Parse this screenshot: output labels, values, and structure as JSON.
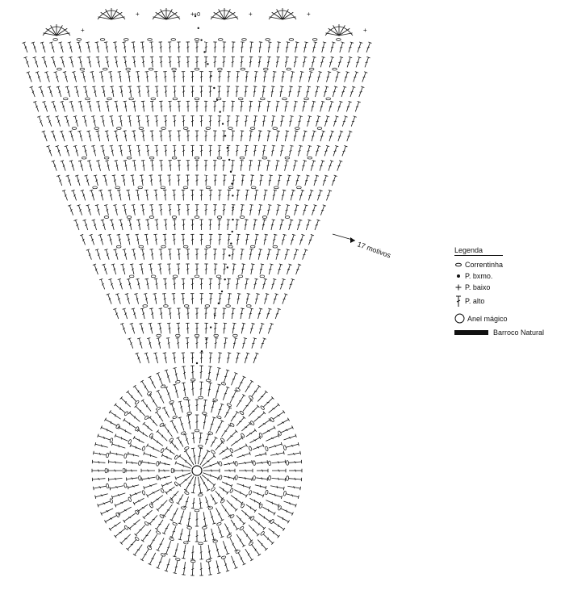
{
  "diagram": {
    "annotation_motifs": "17 motivos",
    "start_marker": "+0"
  },
  "legend": {
    "title": "Legenda",
    "items": [
      {
        "symbol": "chain-stitch-icon",
        "label": "Correntinha"
      },
      {
        "symbol": "slip-stitch-icon",
        "label": "P. bxmo."
      },
      {
        "symbol": "single-crochet-icon",
        "label": "P. baixo"
      },
      {
        "symbol": "double-crochet-icon",
        "label": "P. alto"
      },
      {
        "symbol": "magic-ring-icon",
        "label": "Anel mágico"
      },
      {
        "symbol": "yarn-bar-icon",
        "label": "Barroco Natural"
      }
    ]
  },
  "colors": {
    "ink": "#111111",
    "background": "#ffffff"
  }
}
